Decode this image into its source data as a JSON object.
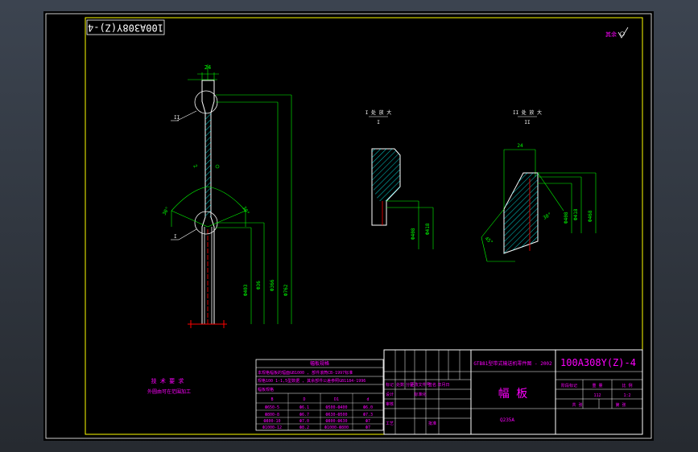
{
  "colors": {
    "border": "#ffff00",
    "part": "#ffffff",
    "dimension": "#00ff00",
    "hatch": "#00ffff",
    "text_magenta": "#ff00ff",
    "center_red": "#ff0000",
    "background": "#000000"
  },
  "drawing": {
    "rotated_title": "100A308Y(Z)-4",
    "corner_roughness": "其余",
    "title_block": {
      "standard_title": "GTB81型带式输送机零件图 - 2002",
      "drawing_code": "100A308Y(Z)-4",
      "part_name": "幅  板",
      "material": "Q235A",
      "scale_header": "比 例",
      "weight_header": "重 量",
      "stage_header": "阶段标记",
      "scale_value": "1:2",
      "weight_value": "112",
      "sheet_total": "共   张",
      "sheet_no": "第   张",
      "label_marker": "标记",
      "label_count": "处数",
      "label_zone": "分区",
      "label_doc": "更改文件号",
      "label_sign": "签名",
      "label_date": "年月日",
      "label_design": "设计",
      "label_check": "审核",
      "label_process": "工艺",
      "label_standard": "标准化",
      "label_approve": "批准"
    },
    "notes": {
      "title": "技 术 要 求",
      "line1": "外圆由可在范围加工"
    },
    "spec_table": {
      "title": "幅板规格",
      "row1": "本规格幅板的辐面GB1000 , 部件滚筒CB-1997标准",
      "row2": "规格100 1-1,5型数据 , 其余部件公差参照GB1184-1996",
      "header": "幅板规格",
      "col_headers": [
        "B",
        "D",
        "D1",
        "d"
      ],
      "rows": [
        [
          "Ф650-5",
          "Ф6.1",
          "Ф500-Ф400",
          "Ф6.0"
        ],
        [
          "Ф800-8",
          "Ф6.7",
          "Ф630-Ф500",
          "Ф7.3"
        ],
        [
          "Ф800-10",
          "Ф7.0",
          "Ф800-Ф630",
          "Ф7"
        ],
        [
          "Ф1000-12",
          "Ф8.2",
          "Ф1000-Ф800",
          "Ф7"
        ]
      ]
    },
    "dimensions": {
      "top_width": "24",
      "section_left": "I 处 放 大",
      "section_right": "II 处 放 大",
      "detail_roman_1": "I",
      "detail_roman_2": "II",
      "detail_roman_left": "I",
      "detail_roman_mid": "II",
      "angle_dim": "30°",
      "dim_d1": "Ф403",
      "dim_d2": "Ф36",
      "dim_d3": "Ф366",
      "dim_d4": "Ф762",
      "dim_s1": "Ф408",
      "dim_s2": "Ф418",
      "dim_r1": "Ф408",
      "dim_r2": "Ф418",
      "dim_r3": "Ф468",
      "dim_r_top": "24",
      "dim_r_angle": "45°",
      "dim_r_angle2": "30°",
      "dim_r_side": "2"
    }
  }
}
